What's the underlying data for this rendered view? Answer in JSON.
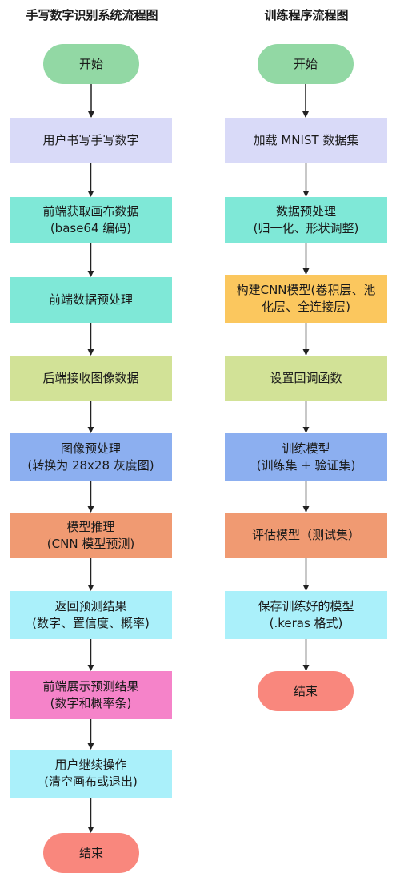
{
  "colors": {
    "green": "#92d8a4",
    "lavender": "#d9daf8",
    "teal": "#7fe8d7",
    "olive": "#d2e297",
    "blue": "#8caff0",
    "orange": "#f09a72",
    "cyan": "#aaf0fa",
    "pink": "#f583c9",
    "salmon": "#f9877d",
    "yellow": "#fbc75e",
    "arrow": "#222222"
  },
  "left": {
    "title": "手写数字识别系统流程图",
    "nodes": [
      {
        "lines": [
          "开始"
        ],
        "shape": "pill",
        "color": "green"
      },
      {
        "lines": [
          "用户书写手写数字"
        ],
        "shape": "rect",
        "color": "lavender"
      },
      {
        "lines": [
          "前端获取画布数据",
          "(base64 编码)"
        ],
        "shape": "rect",
        "color": "teal"
      },
      {
        "lines": [
          "前端数据预处理"
        ],
        "shape": "rect",
        "color": "teal"
      },
      {
        "lines": [
          "后端接收图像数据"
        ],
        "shape": "rect",
        "color": "olive"
      },
      {
        "lines": [
          "图像预处理",
          "(转换为 28x28 灰度图)"
        ],
        "shape": "rect",
        "color": "blue"
      },
      {
        "lines": [
          "模型推理",
          "(CNN 模型预测)"
        ],
        "shape": "rect",
        "color": "orange"
      },
      {
        "lines": [
          "返回预测结果",
          "(数字、置信度、概率)"
        ],
        "shape": "rect",
        "color": "cyan"
      },
      {
        "lines": [
          "前端展示预测结果",
          "(数字和概率条)"
        ],
        "shape": "rect",
        "color": "pink"
      },
      {
        "lines": [
          "用户继续操作",
          "(清空画布或退出)"
        ],
        "shape": "rect",
        "color": "cyan"
      },
      {
        "lines": [
          "结束"
        ],
        "shape": "pill",
        "color": "salmon"
      }
    ]
  },
  "right": {
    "title": "训练程序流程图",
    "nodes": [
      {
        "lines": [
          "开始"
        ],
        "shape": "pill",
        "color": "green"
      },
      {
        "lines": [
          "加载 MNIST 数据集"
        ],
        "shape": "rect",
        "color": "lavender"
      },
      {
        "lines": [
          "数据预处理",
          "(归一化、形状调整)"
        ],
        "shape": "rect",
        "color": "teal"
      },
      {
        "lines": [
          "构建CNN模型(卷积层、池",
          "化层、全连接层)"
        ],
        "shape": "rect",
        "color": "yellow"
      },
      {
        "lines": [
          "设置回调函数"
        ],
        "shape": "rect",
        "color": "olive"
      },
      {
        "lines": [
          "训练模型",
          "(训练集 + 验证集)"
        ],
        "shape": "rect",
        "color": "blue"
      },
      {
        "lines": [
          "评估模型（测试集）"
        ],
        "shape": "rect",
        "color": "orange"
      },
      {
        "lines": [
          "保存训练好的模型",
          "(.keras 格式)"
        ],
        "shape": "rect",
        "color": "cyan"
      },
      {
        "lines": [
          "结束"
        ],
        "shape": "pill",
        "color": "salmon"
      }
    ]
  }
}
